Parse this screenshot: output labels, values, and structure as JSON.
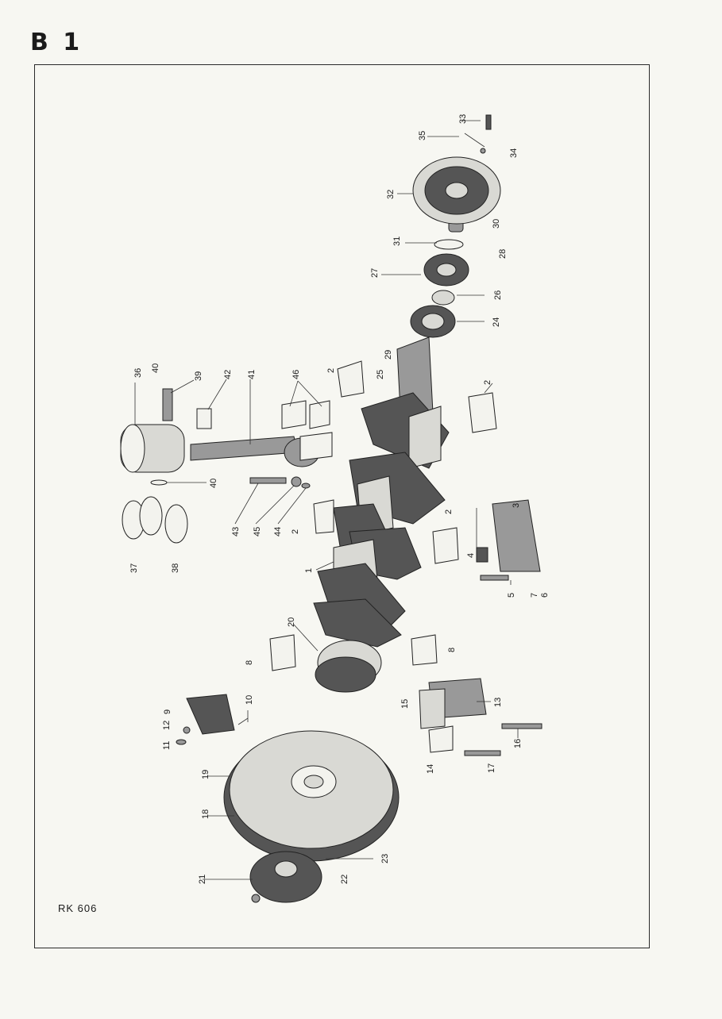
{
  "page": {
    "section_label": "B 1",
    "drawing_code": "RK 606"
  },
  "callouts": [
    "1",
    "2",
    "2",
    "2",
    "2",
    "3",
    "4",
    "5",
    "6",
    "7",
    "8",
    "8",
    "9",
    "10",
    "11",
    "12",
    "13",
    "14",
    "15",
    "16",
    "17",
    "18",
    "19",
    "20",
    "21",
    "22",
    "23",
    "24",
    "25",
    "26",
    "27",
    "28",
    "29",
    "30",
    "31",
    "32",
    "33",
    "34",
    "35",
    "36",
    "37",
    "38",
    "39",
    "40",
    "40",
    "41",
    "42",
    "43",
    "44",
    "45",
    "46"
  ]
}
